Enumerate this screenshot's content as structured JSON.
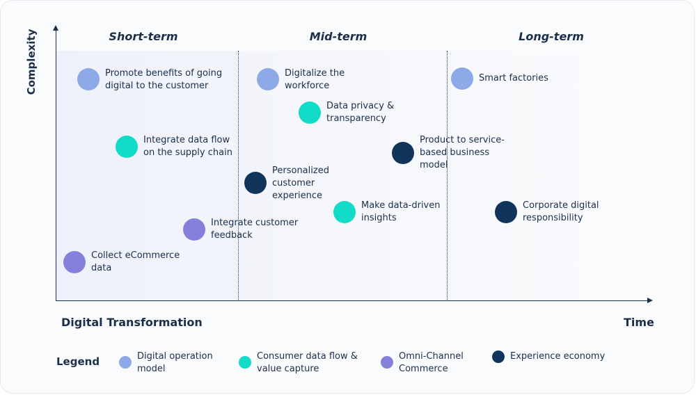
{
  "axes": {
    "y_label": "Complexity",
    "x_label_left": "Digital Transformation",
    "x_label_right": "Time"
  },
  "phases": [
    "Short-term",
    "Mid-term",
    "Long-term"
  ],
  "categories": {
    "digital_operation_model": {
      "label": "Digital operation\nmodel",
      "color": "#8ea9e8"
    },
    "consumer_data_flow": {
      "label": "Consumer data flow &\nvalue capture",
      "color": "#12dcc8"
    },
    "omni_channel": {
      "label": "Omni-Channel\nCommerce",
      "color": "#8581da"
    },
    "experience_economy": {
      "label": "Experience economy",
      "color": "#11355a"
    }
  },
  "legend": {
    "title": "Legend"
  },
  "items": [
    {
      "label": "Promote benefits of going\ndigital to the customer",
      "category": "digital_operation_model"
    },
    {
      "label": "Integrate data flow\non the supply chain",
      "category": "consumer_data_flow"
    },
    {
      "label": "Integrate customer\nfeedback",
      "category": "omni_channel"
    },
    {
      "label": "Collect eCommerce\ndata",
      "category": "omni_channel"
    },
    {
      "label": "Digitalize the\nworkforce",
      "category": "digital_operation_model"
    },
    {
      "label": "Data privacy &\ntransparency",
      "category": "consumer_data_flow"
    },
    {
      "label": "Product to service-\nbased business\nmodel",
      "category": "experience_economy"
    },
    {
      "label": "Personalized\ncustomer\nexperience",
      "category": "experience_economy"
    },
    {
      "label": "Make data-driven\ninsights",
      "category": "consumer_data_flow"
    },
    {
      "label": "Smart factories",
      "category": "digital_operation_model"
    },
    {
      "label": "Corporate digital\nresponsibility",
      "category": "experience_economy"
    }
  ]
}
